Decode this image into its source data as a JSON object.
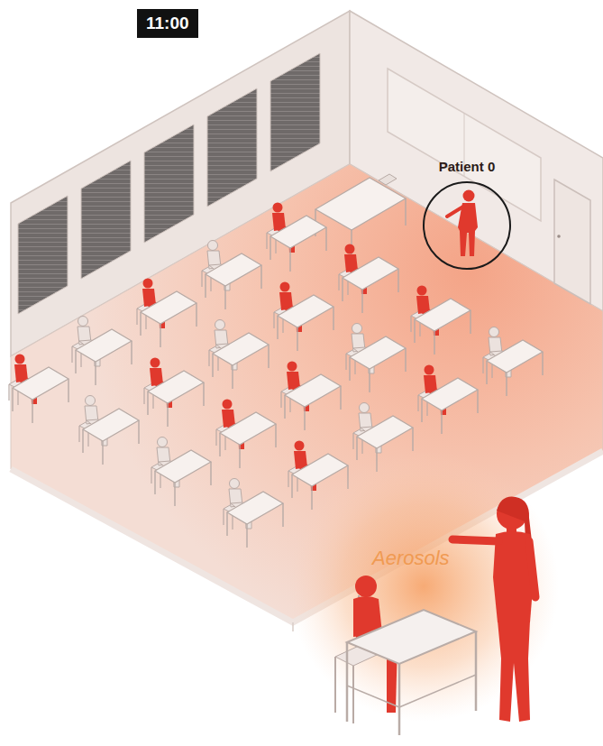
{
  "diagram": {
    "nodes": [
      {
        "text": [
          "11:00"
        ]
      },
      {
        "text": [
          "Patient 0"
        ]
      }
    ],
    "edges": [],
    "labels": [
      "Aerosols"
    ]
  }
}
